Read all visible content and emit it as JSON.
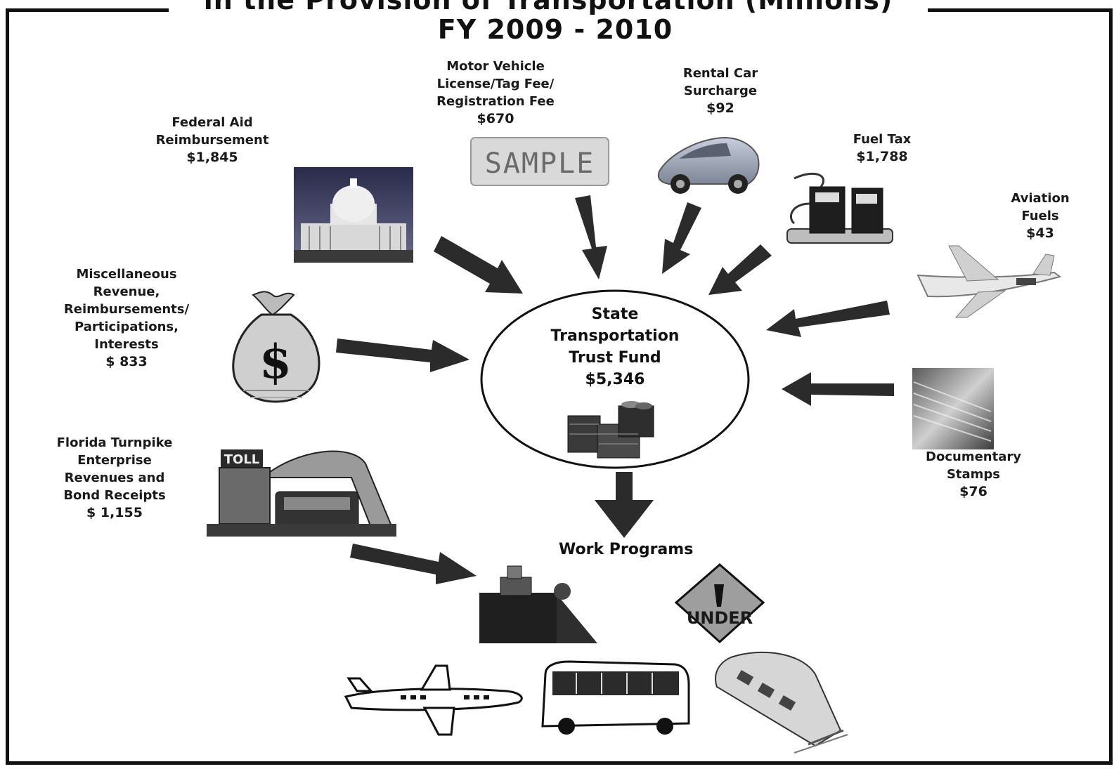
{
  "title": {
    "line1": "in the Provision of Transportation (Millions)",
    "line2": "FY 2009 - 2010"
  },
  "center": {
    "line1": "State",
    "line2": "Transportation",
    "line3": "Trust Fund",
    "amount": "$5,346"
  },
  "sources": {
    "federal_aid": {
      "line1": "Federal Aid",
      "line2": "Reimbursement",
      "amount": "$1,845",
      "icon": "capitol-building-icon"
    },
    "motor_vehicle": {
      "line1": "Motor Vehicle",
      "line2": "License/Tag Fee/",
      "line3": "Registration Fee",
      "amount": "$670",
      "icon": "license-plate-icon",
      "plate_text": "SAMPLE"
    },
    "rental_car": {
      "line1": "Rental Car",
      "line2": "Surcharge",
      "amount": "$92",
      "icon": "car-icon"
    },
    "fuel_tax": {
      "line1": "Fuel Tax",
      "amount": "$1,788",
      "icon": "fuel-pump-icon"
    },
    "aviation_fuels": {
      "line1": "Aviation",
      "line2": "Fuels",
      "amount": "$43",
      "icon": "jet-icon"
    },
    "misc": {
      "line1": "Miscellaneous",
      "line2": "Revenue,",
      "line3": "Reimbursements/",
      "line4": "Participations,",
      "line5": "Interests",
      "amount": "$ 833",
      "icon": "money-bag-icon"
    },
    "documentary_stamps": {
      "line1": "Documentary",
      "line2": "Stamps",
      "amount": "$76",
      "icon": "stamps-icon"
    },
    "turnpike": {
      "line1": "Florida Turnpike",
      "line2": "Enterprise",
      "line3": "Revenues and",
      "line4": "Bond Receipts",
      "amount": "$ 1,155",
      "icon": "toll-booth-icon",
      "toll_text": "TOLL"
    }
  },
  "work_programs": {
    "label": "Work Programs",
    "sign_text": "UNDER",
    "icons": [
      "construction-icon",
      "under-construction-sign-icon",
      "airplane-icon",
      "bus-icon",
      "train-icon"
    ]
  },
  "colors": {
    "arrow": "#2b2b2b",
    "frame": "#111111",
    "circle": "#111111"
  }
}
